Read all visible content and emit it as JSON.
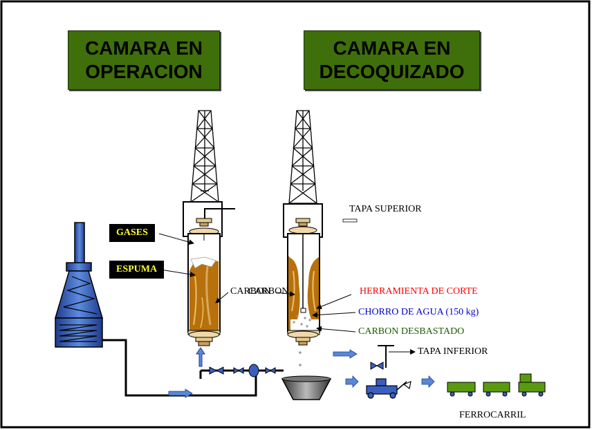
{
  "titles": {
    "operation_line1": "CAMARA EN",
    "operation_line2": "OPERACION",
    "decoking_line1": "CAMARA EN",
    "decoking_line2": "DECOQUIZADO"
  },
  "tags": {
    "gases": "GASES",
    "espuma": "ESPUMA"
  },
  "labels": {
    "carbon_left": "CARBON",
    "carbon_right": "CARBON",
    "tapa_superior": "TAPA SUPERIOR",
    "herramienta": "HERRAMIENTA DE CORTE",
    "chorro": "CHORRO DE AGUA (150 kg)",
    "desbastado": "CARBON DESBASTADO",
    "tapa_inferior": "TAPA INFERIOR",
    "ferrocarril": "FERROCARRIL"
  },
  "colors": {
    "title_box": "#3f6f0a",
    "herramienta": "#ff0000",
    "chorro": "#0000cc",
    "desbastado": "#1e5a00",
    "coke": "#b8700a",
    "furnace": "#3a5fbf",
    "train": "#5a9a10"
  }
}
